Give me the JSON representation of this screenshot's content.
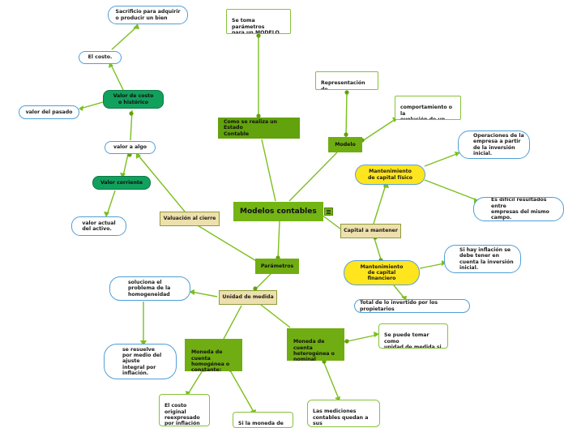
{
  "nodes": {
    "central": "Modelos contables",
    "sacrificio": "Sacrificio para adquirir\no producir un bien",
    "el_costo": "El costo.",
    "valor_costo_historico": "Valor de costo\no histórico",
    "valor_del_pasado": "valor del pasado",
    "valor_a_algo": "valor a algo",
    "valor_corriente": "Valor corriente",
    "valor_actual": "valor actual\ndel activo.",
    "valuacion_cierre": "Valuación al cierre",
    "se_toma_parametros": "Se toma parámetros\npara un MODELO\nCONTABLE",
    "como_se_realiza": "Como se realiza un Estado\nContable",
    "representacion": "Representación de\nla realidad",
    "modelo": "Modelo",
    "comportamiento": "comportamiento o la\nevolución de un\nproceso",
    "operaciones_capital": "Operaciones de la\nempresa a partir\nde la inversión\ninicial.",
    "mantenimiento_fisico": "Mantenimiento\nde capital físico",
    "dificil_resultados": "Es difícil resultados entre\nempresas del mismo\ncampo.",
    "capital_mantener": "Capital a mantener",
    "parametros": "Parámetros",
    "si_hay_inflacion": "Si hay inflación se\ndebe tener en\ncuenta la inversión\ninicial.",
    "mantenimiento_financiero": "Mantenimiento\nde capital\nfinanciero",
    "total_invertido": "Total de lo invertido por los propietarios",
    "soluciona_problema": "soluciona el\nproblema de la\nhomogeneidad",
    "unidad_medida": "Unidad de medida",
    "se_resuelve": "se resuelve\npor medio del\najuste\nintegral por\ninflación.",
    "moneda_homogenea": "Moneda de\ncuenta\nhomogénea o\nconstante:",
    "moneda_heterogenea": "Moneda de\ncuenta\nheterogénea o\nnominal",
    "se_puede_tomar": "Se puede tomar como\nunidad de medida si\nno existe inflación",
    "el_costo_original": "El costo\noriginal\nreexpresado\npor inflación",
    "si_la_moneda": "Si la moneda de",
    "las_mediciones": "Las mediciones\ncontables quedan a sus\nvalores originales"
  }
}
